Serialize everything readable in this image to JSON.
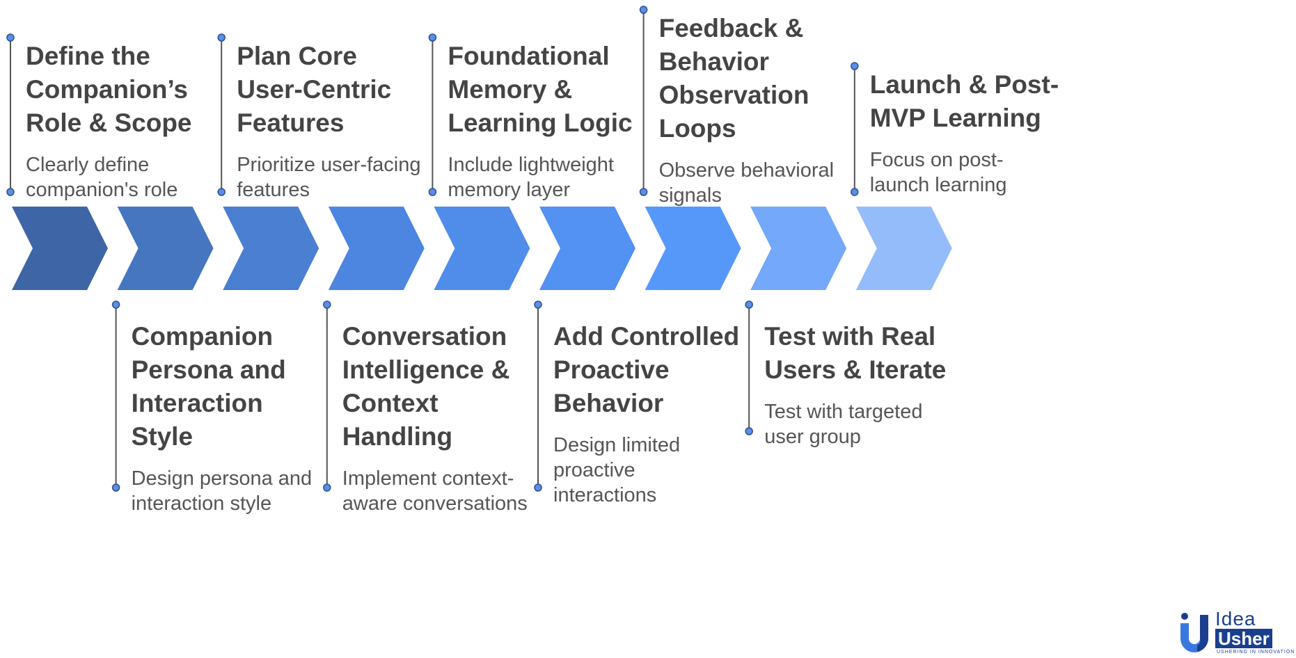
{
  "steps": [
    {
      "title": [
        "Define the",
        "Companion’s",
        "Role & Scope"
      ],
      "desc": [
        "Clearly define",
        "companion's role"
      ],
      "color": "#3e65a6"
    },
    {
      "title": [
        "Companion",
        "Persona and",
        "Interaction",
        "Style"
      ],
      "desc": [
        "Design persona and",
        "interaction style"
      ],
      "color": "#4676c0"
    },
    {
      "title": [
        "Plan Core",
        "User-Centric",
        "Features"
      ],
      "desc": [
        "Prioritize user-facing",
        "features"
      ],
      "color": "#4a7fd2"
    },
    {
      "title": [
        "Conversation",
        "Intelligence &",
        "Context",
        "Handling"
      ],
      "desc": [
        "Implement context-",
        "aware conversations"
      ],
      "color": "#4d86e0"
    },
    {
      "title": [
        "Foundational",
        "Memory &",
        "Learning Logic"
      ],
      "desc": [
        "Include lightweight",
        "memory layer"
      ],
      "color": "#508cea"
    },
    {
      "title": [
        "Add Controlled",
        "Proactive",
        "Behavior"
      ],
      "desc": [
        "Design limited",
        "proactive",
        "interactions"
      ],
      "color": "#5391f2"
    },
    {
      "title": [
        "Feedback &",
        "Behavior",
        "Observation",
        "Loops"
      ],
      "desc": [
        "Observe behavioral",
        "signals"
      ],
      "color": "#5698fa"
    },
    {
      "title": [
        "Test with Real",
        "Users & Iterate"
      ],
      "desc": [
        "Test with targeted",
        "user group"
      ],
      "color": "#73a8fa"
    },
    {
      "title": [
        "Launch & Post-",
        "MVP Learning"
      ],
      "desc": [
        "Focus on post-",
        "launch learning"
      ],
      "color": "#94bcfb"
    }
  ],
  "logo": {
    "top": "Idea",
    "bottom": "Usher",
    "tagline": "USHERING IN INNOVATION"
  },
  "colors": {
    "title": "#444444",
    "desc": "#555555",
    "line": "#555555",
    "dot_fill": "#5b8ee6",
    "logo": "#1b3f8f"
  }
}
